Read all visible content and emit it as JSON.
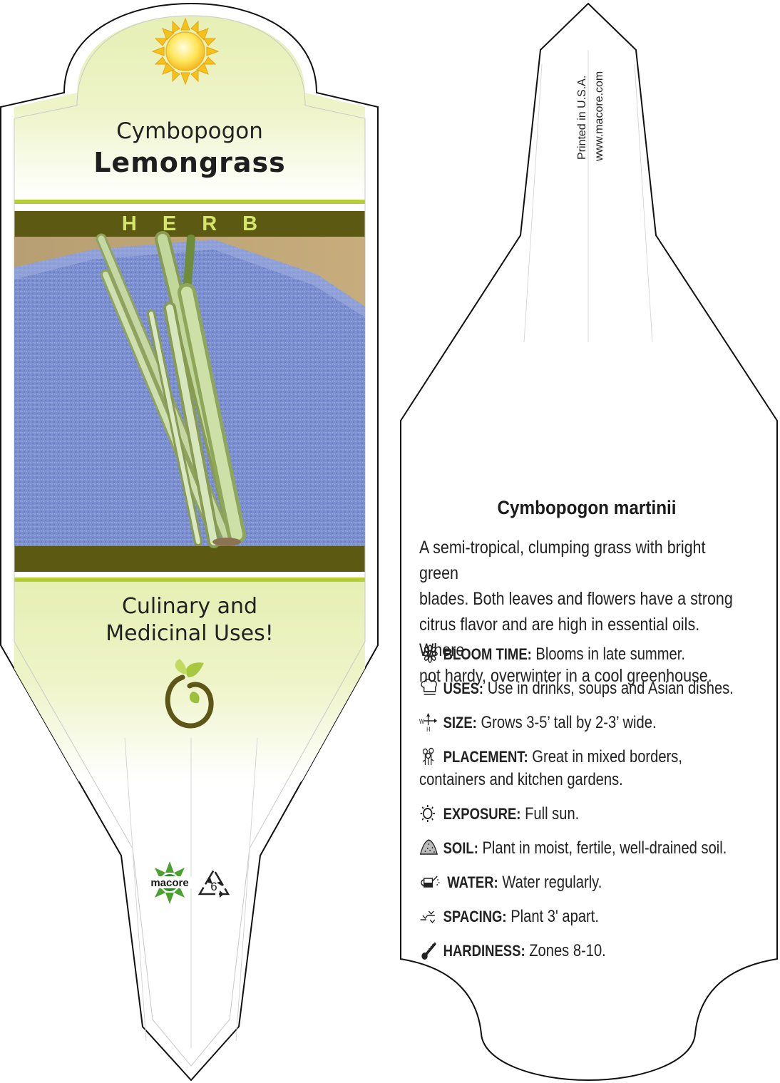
{
  "front": {
    "genus": "Cymbopogon",
    "common_name": "Lemongrass",
    "category": "HERB",
    "tagline_line1": "Culinary and",
    "tagline_line2": "Medicinal Uses!",
    "brand": "macore",
    "recycle_code": "6",
    "colors": {
      "band": "#5c5a12",
      "lime": "#b7cd35",
      "herb_text": "#d6e66a"
    }
  },
  "back": {
    "printed": "Printed in U.S.A.",
    "website": "www.macore.com",
    "botanical_name": "Cymbopogon martinii",
    "description": [
      "A semi-tropical, clumping grass with bright green",
      "blades. Both leaves and flowers have a strong",
      "citrus flavor and are high in essential oils. Where",
      "not hardy, overwinter in a cool greenhouse."
    ],
    "attributes": [
      {
        "icon": "flower-icon",
        "label": "BLOOM TIME:",
        "value": "Blooms in late summer."
      },
      {
        "icon": "chef-hat-icon",
        "label": "USES:",
        "value": "Use in drinks, soups and Asian dishes."
      },
      {
        "icon": "size-arrows-icon",
        "label": "SIZE:",
        "value": "Grows 3-5’ tall by 2-3’ wide."
      },
      {
        "icon": "plants-icon",
        "label": "PLACEMENT:",
        "value": "Great in mixed borders,",
        "value2": "containers and kitchen gardens."
      },
      {
        "icon": "sun-icon",
        "label": "EXPOSURE:",
        "value": "Full sun."
      },
      {
        "icon": "soil-icon",
        "label": "SOIL:",
        "value": "Plant in moist, fertile, well-drained soil."
      },
      {
        "icon": "watering-can-icon",
        "label": "WATER:",
        "value": "Water regularly."
      },
      {
        "icon": "seedlings-icon",
        "label": "SPACING:",
        "value": "Plant 3' apart."
      },
      {
        "icon": "thermometer-icon",
        "label": "HARDINESS:",
        "value": "Zones 8-10."
      }
    ],
    "size_icon_letters": {
      "w": "W",
      "h": "H"
    }
  }
}
